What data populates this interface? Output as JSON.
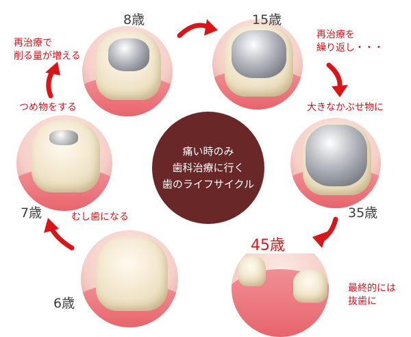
{
  "center": {
    "lines": [
      "痛い時のみ",
      "歯科治療に行く",
      "歯のライフサイクル"
    ]
  },
  "stages": {
    "age6": "6歳",
    "age7": "7歳",
    "age8": "8歳",
    "age15": "15歳",
    "age35": "35歳",
    "age45": "45歳"
  },
  "labels": {
    "cavity": "むし歯になる",
    "filling": "つめ物をする",
    "retreat1": [
      "再治療で",
      "削る量が増える"
    ],
    "retreat2": [
      "再治療を",
      "繰り返し・・・"
    ],
    "crown": "大きなかぶせ物に",
    "extraction": [
      "最終的には",
      "抜歯に"
    ]
  },
  "colors": {
    "accent": "#d7161a",
    "center": "#6a2728",
    "label": "#c9161d"
  }
}
